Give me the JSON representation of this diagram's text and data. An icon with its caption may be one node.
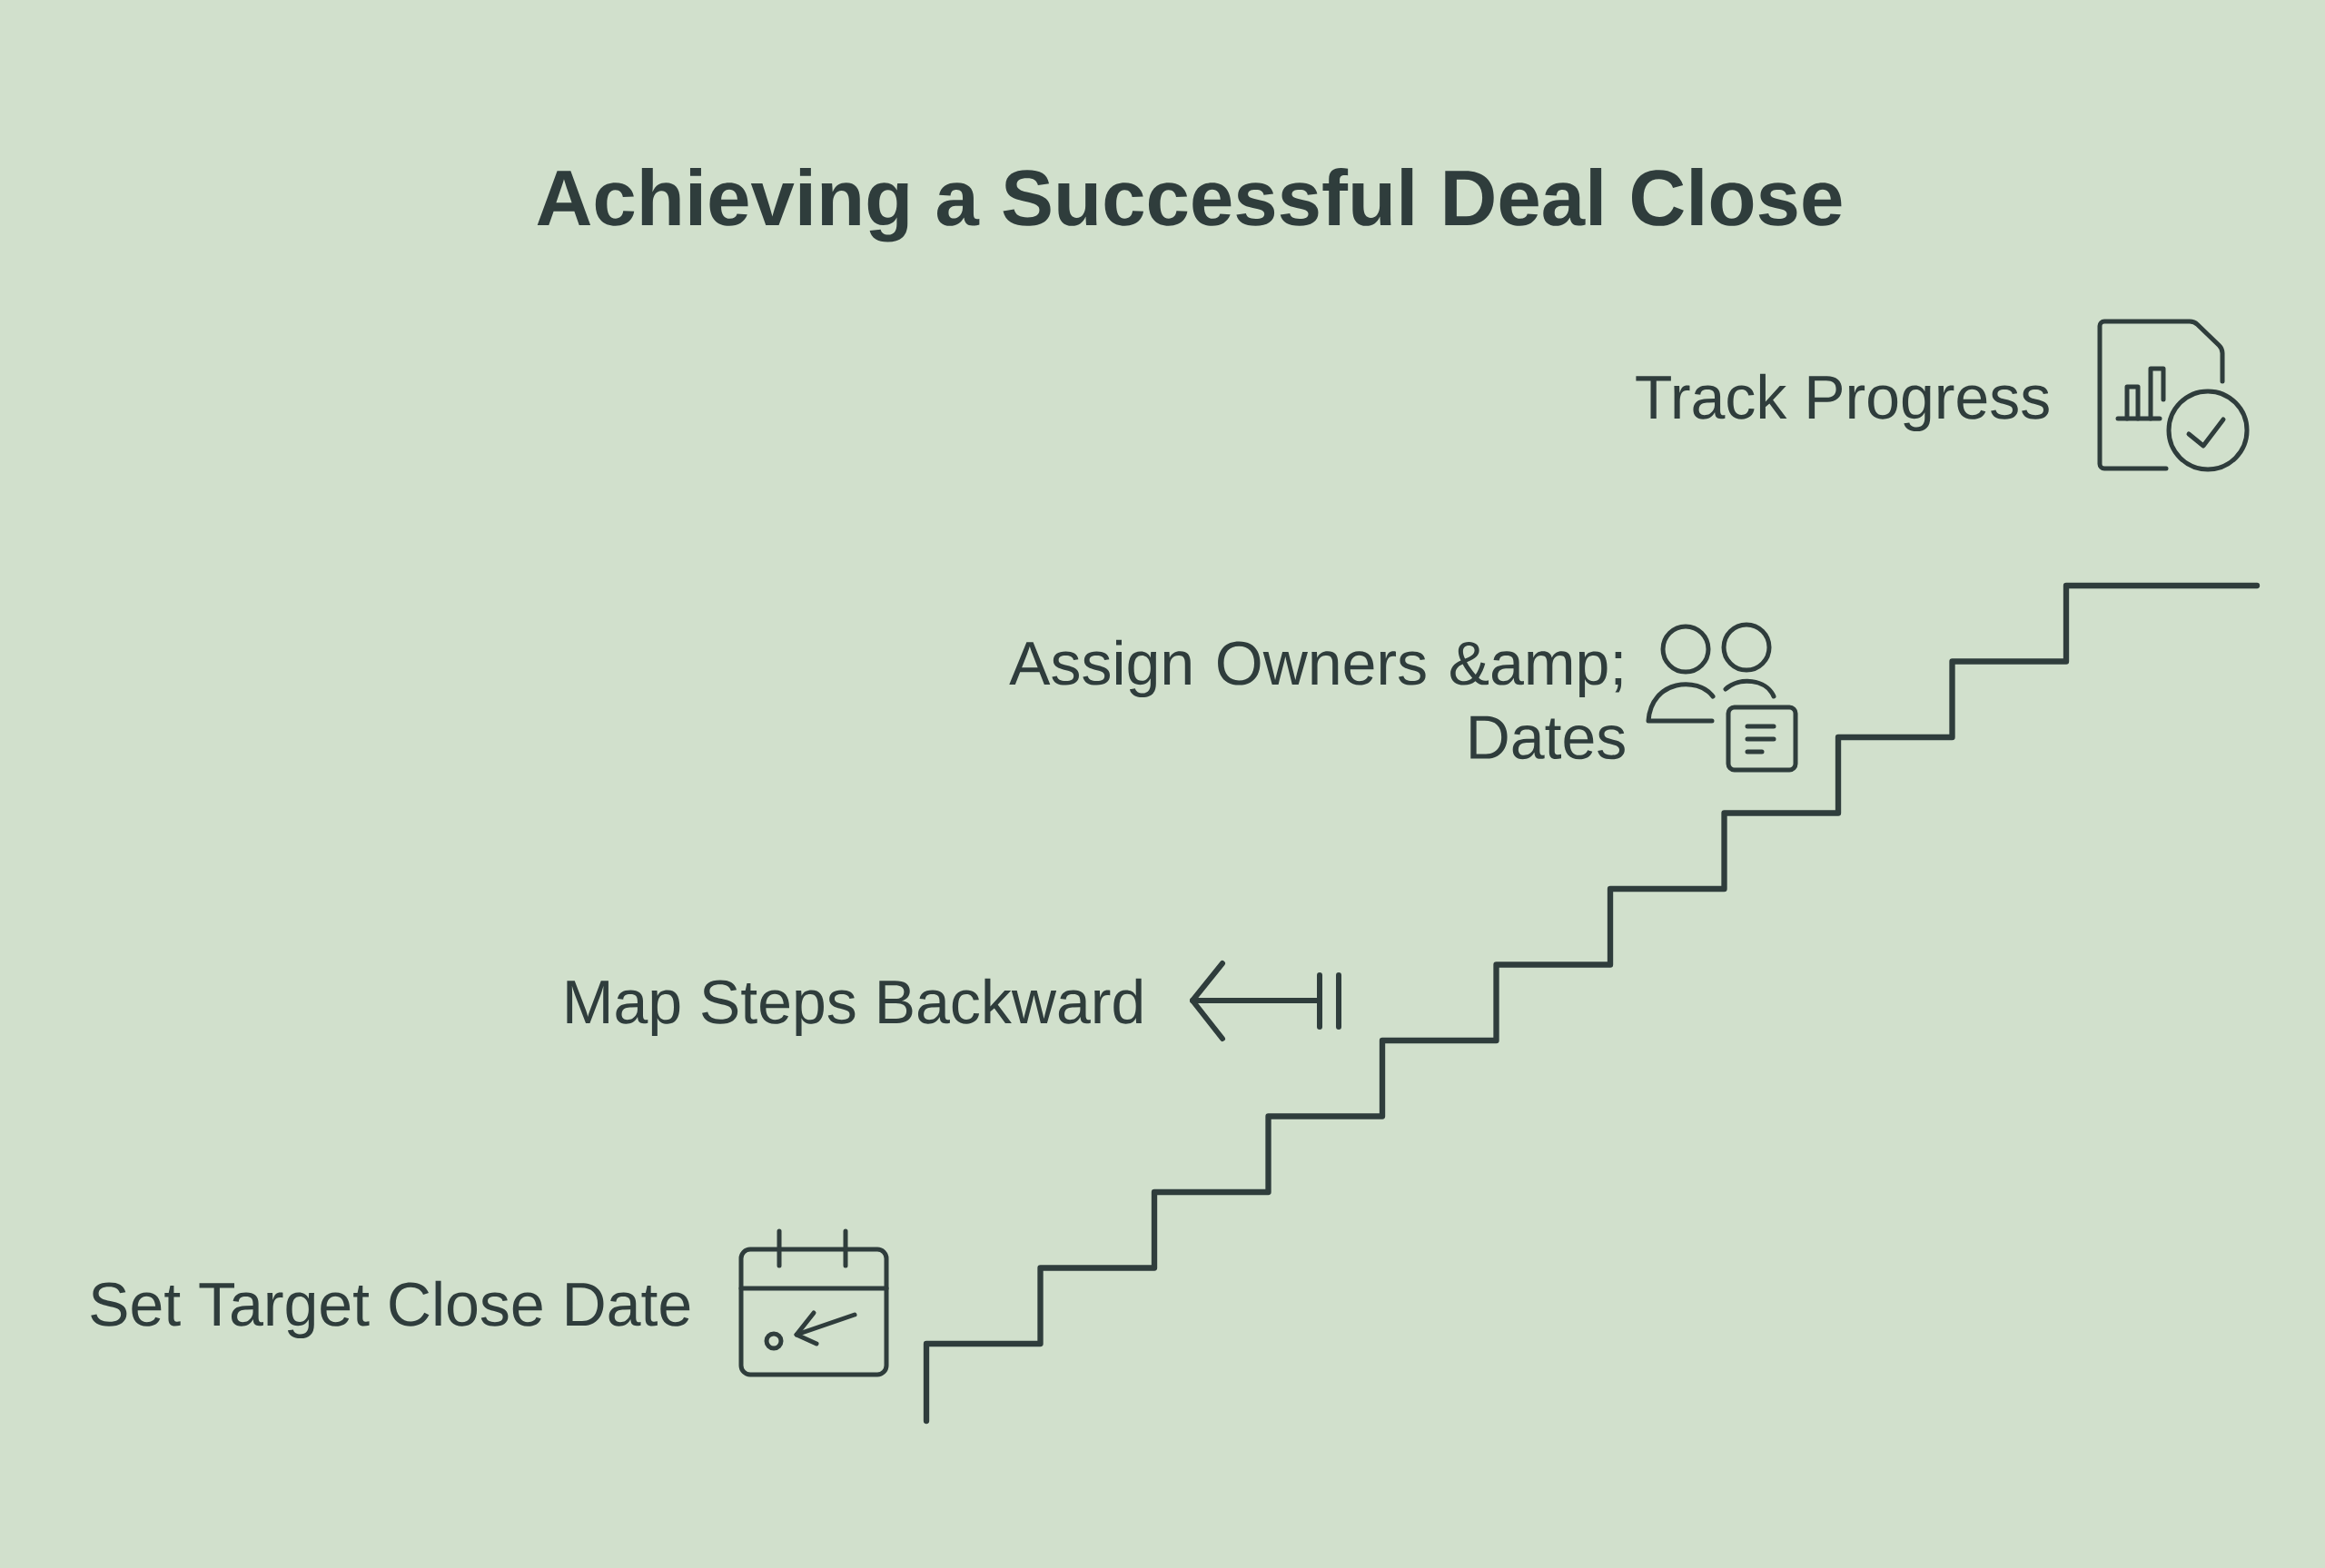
{
  "diagram": {
    "title": "Achieving a Successful Deal Close",
    "labels": [
      "Track Progress",
      "Assign Owners &amp; Dates",
      "Map Steps Backward",
      "Set Target Close Date"
    ]
  }
}
